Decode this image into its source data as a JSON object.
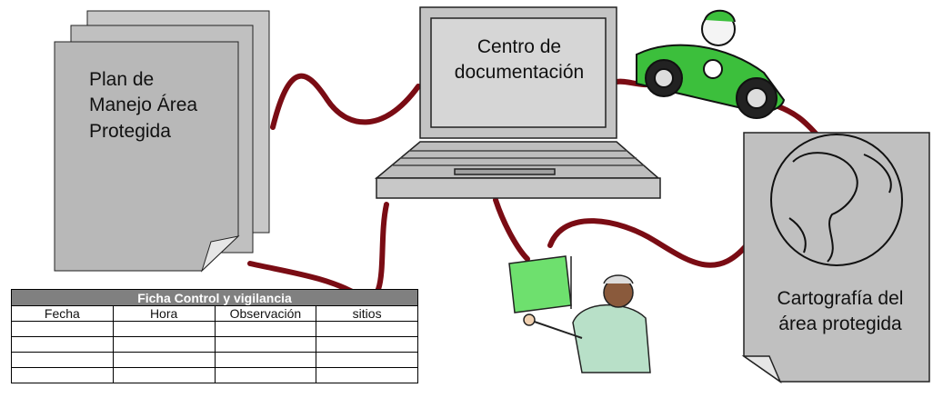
{
  "nodes": {
    "plan": {
      "lines": [
        "Plan de",
        "Manejo Área",
        "Protegida"
      ]
    },
    "centro": {
      "lines": [
        "Centro de",
        "documentación"
      ]
    },
    "cartografia": {
      "lines": [
        "Cartografía del",
        "área protegida"
      ]
    }
  },
  "ficha": {
    "title": "Ficha Control y vigilancia",
    "columns": [
      "Fecha",
      "Hora",
      "Observación",
      "sitios"
    ],
    "rows": [
      [
        "",
        "",
        "",
        ""
      ],
      [
        "",
        "",
        "",
        ""
      ],
      [
        "",
        "",
        "",
        ""
      ],
      [
        "",
        "",
        "",
        ""
      ]
    ]
  },
  "colors": {
    "connector": "#7a0c14",
    "document": "#c0c0c0",
    "car": "#3cbf3c",
    "board": "#6ee06e"
  },
  "icons": [
    "laptop-icon",
    "race-car-icon",
    "globe-icon",
    "presenter-icon"
  ]
}
